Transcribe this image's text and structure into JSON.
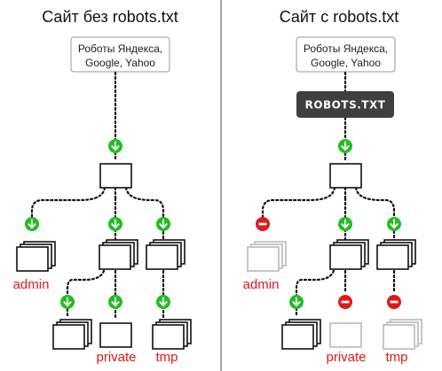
{
  "colors": {
    "allow": "#1fbe1f",
    "deny": "#e01818",
    "robots_bg": "#3f3f3f",
    "line": "#111111",
    "blocked": "#b9b9b9"
  },
  "left": {
    "title": "Сайт без robots.txt",
    "crawlers_line1": "Роботы Яндекса,",
    "crawlers_line2": "Google, Yahoo",
    "labels": {
      "admin": "admin",
      "private": "private",
      "tmp": "tmp"
    }
  },
  "right": {
    "title": "Сайт с robots.txt",
    "crawlers_line1": "Роботы Яндекса,",
    "crawlers_line2": "Google, Yahoo",
    "robots_file": "ROBOTS.TXT",
    "labels": {
      "admin": "admin",
      "private": "private",
      "tmp": "tmp"
    }
  },
  "icons": {
    "allow": "allow-arrow-icon",
    "deny": "no-entry-icon"
  }
}
